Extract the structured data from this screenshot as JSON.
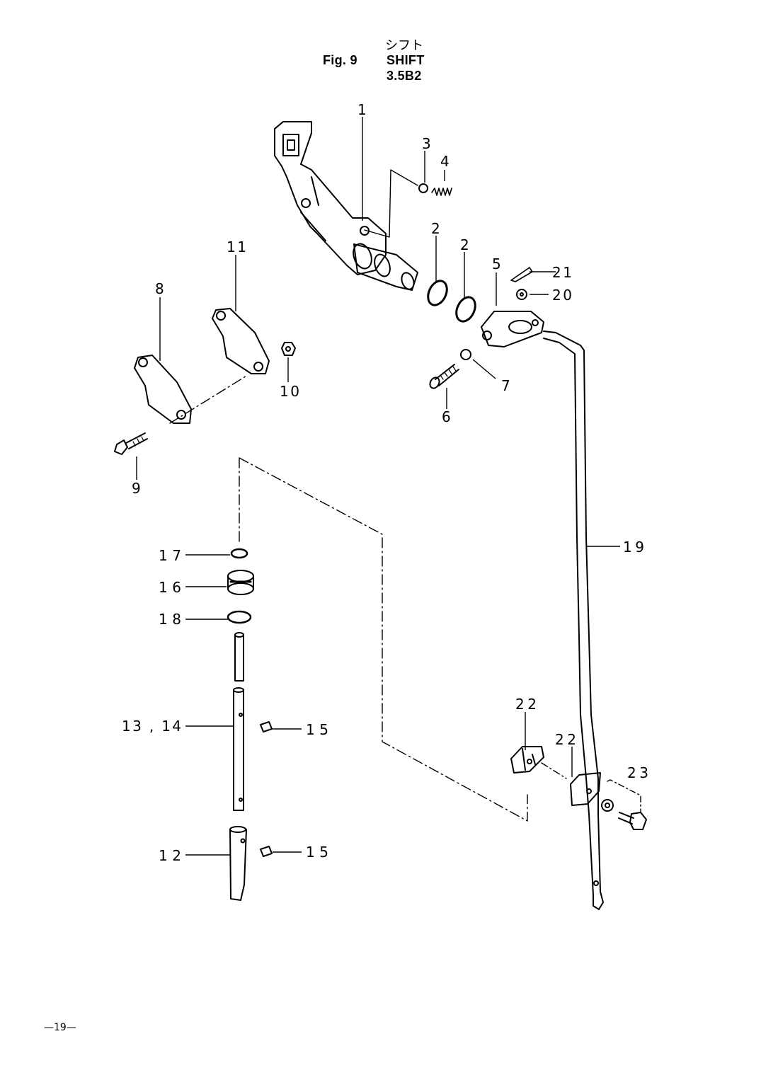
{
  "header": {
    "title_jp": "シフト",
    "fig_label": "Fig. 9",
    "title": "SHIFT",
    "model": "3.5B2"
  },
  "callouts": {
    "c1": "1",
    "c2a": "2",
    "c2b": "2",
    "c3": "3",
    "c4": "4",
    "c5": "5",
    "c6": "6",
    "c7": "7",
    "c8": "8",
    "c9": "9",
    "c10": "10",
    "c11": "11",
    "c12": "12",
    "c13_14": "13 , 14",
    "c15a": "15",
    "c15b": "15",
    "c16": "16",
    "c17": "17",
    "c18": "18",
    "c19": "19",
    "c20": "20",
    "c21": "21",
    "c22a": "22",
    "c22b": "22",
    "c23": "23"
  },
  "footer": {
    "page_number": "—19—"
  }
}
